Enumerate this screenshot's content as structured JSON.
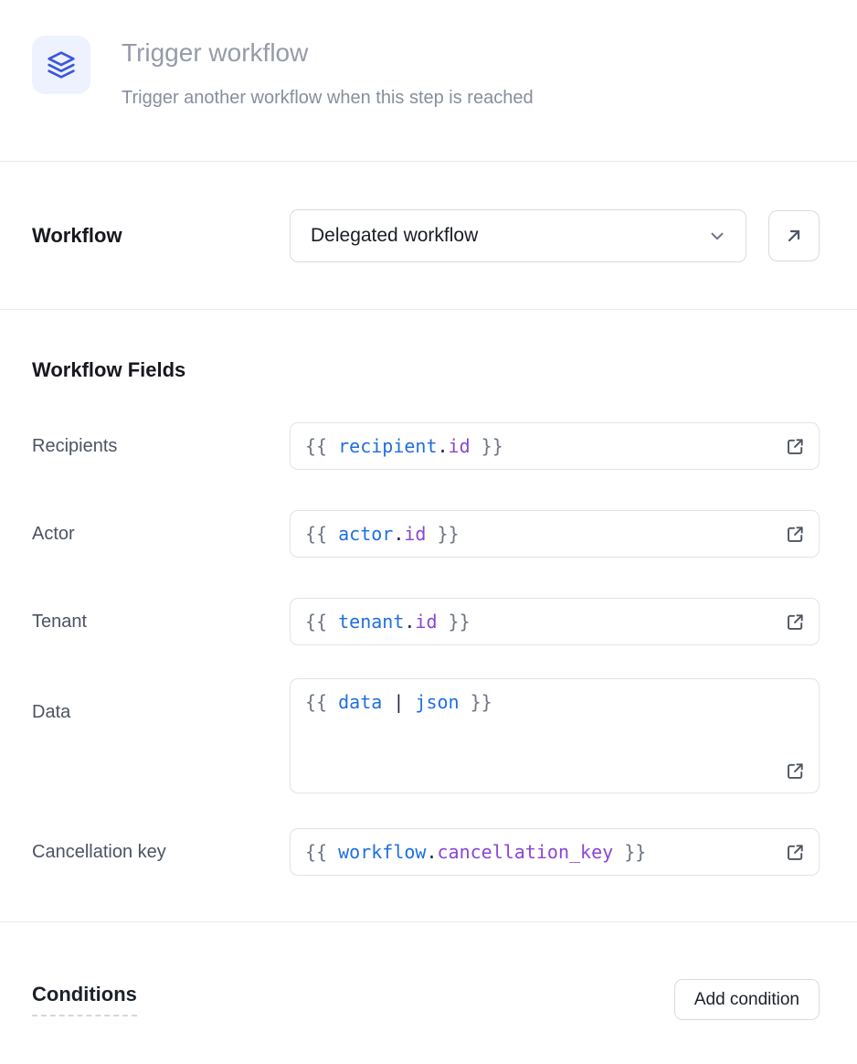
{
  "header": {
    "icon": "layers-icon",
    "icon_color": "#3b56d8",
    "icon_bg": "#edf2fe",
    "title": "Trigger workflow",
    "subtitle": "Trigger another workflow when this step is reached"
  },
  "workflow": {
    "label": "Workflow",
    "select_value": "Delegated workflow",
    "chevron_icon": "chevron-down-icon",
    "open_button_icon": "arrow-up-right-icon"
  },
  "workflow_fields": {
    "heading": "Workflow Fields",
    "external_icon": "external-link-icon",
    "fields": [
      {
        "label": "Recipients",
        "template": "{{ recipient.id }}",
        "parts": [
          {
            "text": "{{ ",
            "token": "brace"
          },
          {
            "text": "recipient",
            "token": "var"
          },
          {
            "text": ".",
            "token": "punct"
          },
          {
            "text": "id",
            "token": "attr"
          },
          {
            "text": " }}",
            "token": "brace"
          }
        ]
      },
      {
        "label": "Actor",
        "template": "{{ actor.id }}",
        "parts": [
          {
            "text": "{{ ",
            "token": "brace"
          },
          {
            "text": "actor",
            "token": "var"
          },
          {
            "text": ".",
            "token": "punct"
          },
          {
            "text": "id",
            "token": "attr"
          },
          {
            "text": " }}",
            "token": "brace"
          }
        ]
      },
      {
        "label": "Tenant",
        "template": "{{ tenant.id }}",
        "parts": [
          {
            "text": "{{ ",
            "token": "brace"
          },
          {
            "text": "tenant",
            "token": "var"
          },
          {
            "text": ".",
            "token": "punct"
          },
          {
            "text": "id",
            "token": "attr"
          },
          {
            "text": " }}",
            "token": "brace"
          }
        ]
      },
      {
        "label": "Data",
        "template": "{{ data | json }}",
        "multiline": true,
        "parts": [
          {
            "text": "{{ ",
            "token": "brace"
          },
          {
            "text": "data",
            "token": "var"
          },
          {
            "text": " | ",
            "token": "punct"
          },
          {
            "text": "json",
            "token": "var"
          },
          {
            "text": " }}",
            "token": "brace"
          }
        ]
      },
      {
        "label": "Cancellation key",
        "template": "{{ workflow.cancellation_key }}",
        "parts": [
          {
            "text": "{{ ",
            "token": "brace"
          },
          {
            "text": "workflow",
            "token": "var"
          },
          {
            "text": ".",
            "token": "punct"
          },
          {
            "text": "cancellation_key",
            "token": "attr"
          },
          {
            "text": " }}",
            "token": "brace"
          }
        ]
      }
    ]
  },
  "conditions": {
    "heading": "Conditions",
    "add_button_label": "Add condition"
  },
  "colors": {
    "token_brace": "#6e7683",
    "token_var": "#1f6fde",
    "token_punct": "#1e2747",
    "token_attr": "#8a46d4",
    "divider": "#e8eaee",
    "border": "#d8dbe2",
    "title_gray": "#959ba8"
  }
}
